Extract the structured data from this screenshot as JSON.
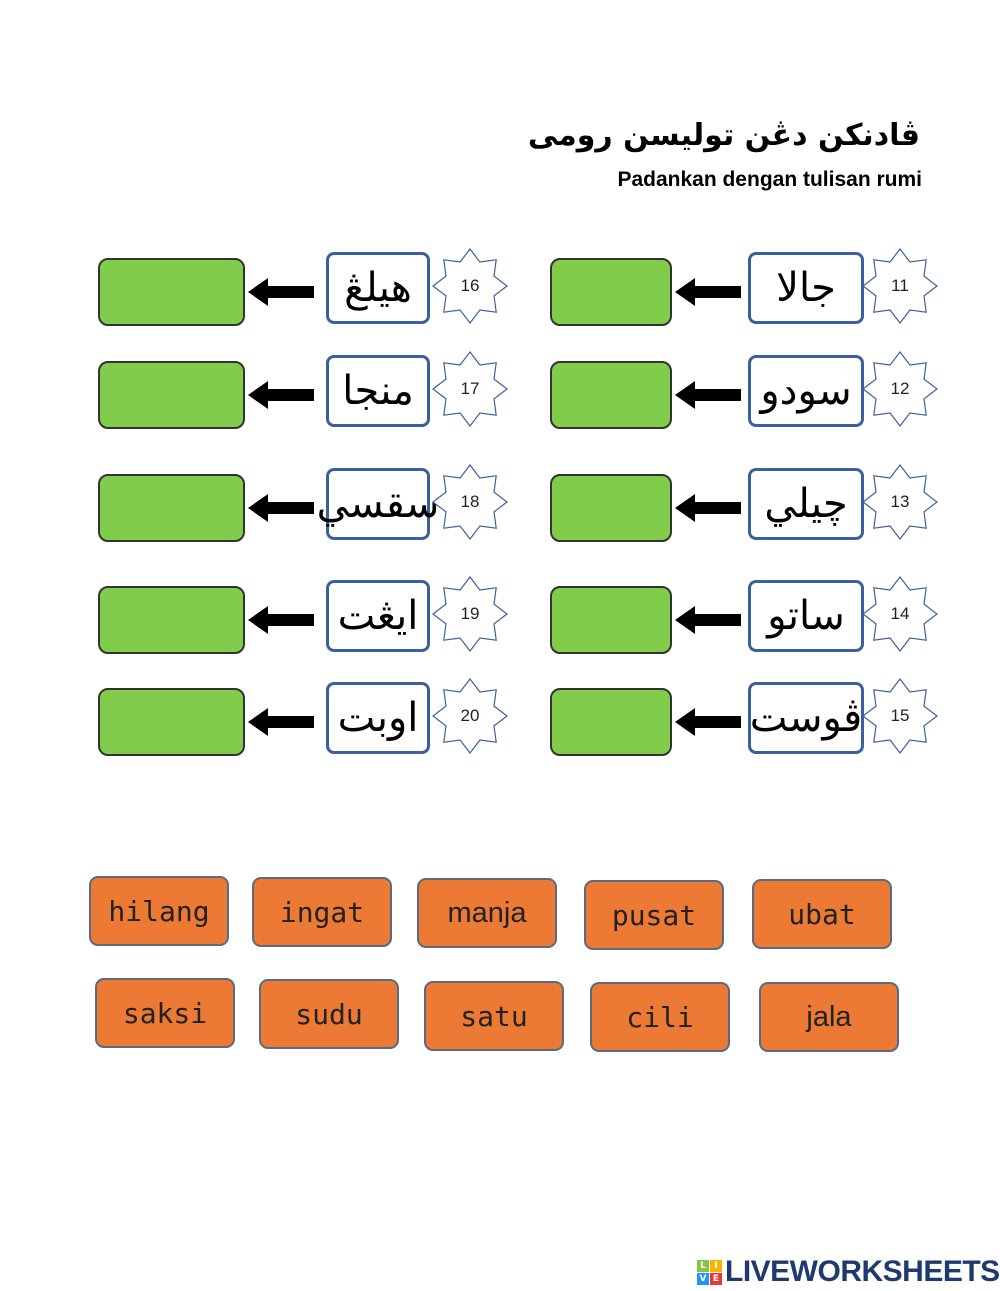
{
  "header": {
    "title_jawi": "ڤادنكن دڠن توليسن رومى",
    "title_rumi": "Padankan dengan tulisan rumi"
  },
  "items": [
    {
      "number": "11",
      "jawi": "جالا"
    },
    {
      "number": "12",
      "jawi": "سودو"
    },
    {
      "number": "13",
      "jawi": "چيلي"
    },
    {
      "number": "14",
      "jawi": "ساتو"
    },
    {
      "number": "15",
      "jawi": "ڤوست"
    },
    {
      "number": "16",
      "jawi": "هيلڠ"
    },
    {
      "number": "17",
      "jawi": "منجا"
    },
    {
      "number": "18",
      "jawi": "سقسي"
    },
    {
      "number": "19",
      "jawi": "ايڠت"
    },
    {
      "number": "20",
      "jawi": "اوبت"
    }
  ],
  "word_bank": [
    "hilang",
    "ingat",
    "manja",
    "pusat",
    "ubat",
    "saksi",
    "sudu",
    "satu",
    "cili",
    "jala"
  ],
  "colors": {
    "answer_box": "#82cc4c",
    "word_tile": "#ec7a34",
    "jawi_border": "#3d5fa0",
    "logo": "#1e3a6e"
  },
  "logo": {
    "text": "LIVEWORKSHEETS",
    "mark_letters": [
      "L",
      "I",
      "V",
      "E"
    ]
  }
}
